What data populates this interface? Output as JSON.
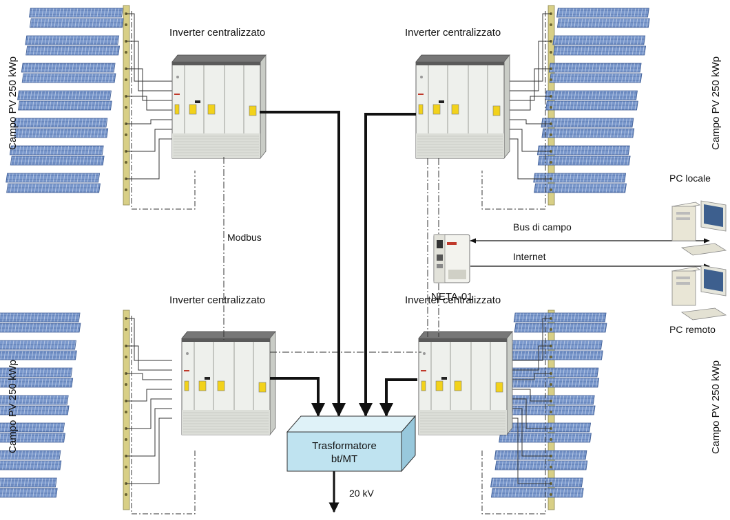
{
  "inverter_label": "Inverter centralizzato",
  "field_label": "Campo PV 250 kWp",
  "labels": {
    "modbus": "Modbus",
    "bus_di_campo": "Bus di campo",
    "internet": "Internet",
    "neta": "NETA-01",
    "pc_locale": "PC locale",
    "pc_remoto": "PC remoto",
    "transformer_line1": "Trasformatore",
    "transformer_line2": "bt/MT",
    "output_voltage": "20 kV"
  },
  "colors": {
    "panel_blue": "#6f8fc4",
    "panel_dark": "#3b5a92",
    "busbar": "#d8cf86",
    "cabinet": "#eef0ec",
    "cabinet_top": "#5a5a5a",
    "yellow_handle": "#f2d21b",
    "transformer": "#bfe3f0",
    "power_line": "#111111"
  },
  "icons": [
    "solar-panel-icon",
    "inverter-cabinet-icon",
    "neta-module-icon",
    "desktop-pc-icon",
    "transformer-box-icon",
    "arrow-icon"
  ]
}
